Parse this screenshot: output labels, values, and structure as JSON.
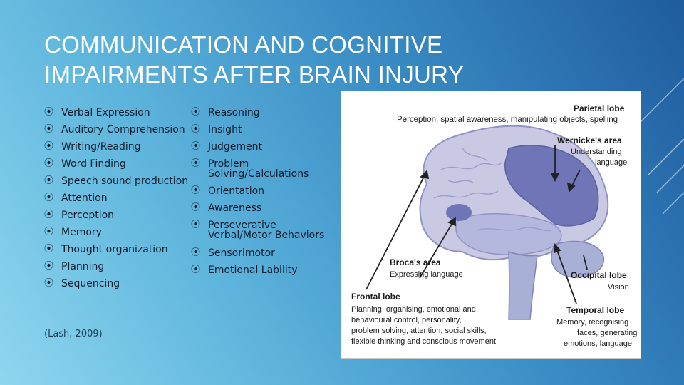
{
  "slide": {
    "title_line1": "COMMUNICATION AND COGNITIVE",
    "title_line2": "IMPAIRMENTS AFTER BRAIN INJURY",
    "bullet_icon": "circled-double-chevron-right-icon",
    "left_items": [
      "Verbal Expression",
      "Auditory Comprehension",
      "Writing/Reading",
      "Word Finding",
      "Speech sound production",
      "Attention",
      "Perception",
      "Memory",
      "Thought organization",
      "Planning",
      "Sequencing"
    ],
    "right_items": [
      {
        "line1": "Reasoning",
        "line2": ""
      },
      {
        "line1": "Insight",
        "line2": ""
      },
      {
        "line1": "Judgement",
        "line2": ""
      },
      {
        "line1": "Problem",
        "line2": "Solving/Calculations"
      },
      {
        "line1": "Orientation",
        "line2": ""
      },
      {
        "line1": "Awareness",
        "line2": ""
      },
      {
        "line1": "Perseverative",
        "line2": "Verbal/Motor Behaviors"
      },
      {
        "line1": "Sensorimotor",
        "line2": ""
      },
      {
        "line1": "Emotional Lability",
        "line2": ""
      }
    ],
    "citation": "(Lash, 2009)"
  },
  "figure": {
    "parietal": {
      "title": "Parietal lobe",
      "desc": "Perception, spatial awareness, manipulating objects, spelling"
    },
    "wernicke": {
      "title": "Wernicke's area",
      "desc1": "Understanding",
      "desc2": "language"
    },
    "broca": {
      "title": "Broca's area",
      "desc": "Expressing language"
    },
    "occipital": {
      "title": "Occipital lobe",
      "desc": "Vision"
    },
    "frontal": {
      "title": "Frontal lobe",
      "desc1": "Planning, organising, emotional and",
      "desc2": "behavioural control, personality,",
      "desc3": "problem solving, attention, social skills,",
      "desc4": "flexible thinking and conscious movement"
    },
    "temporal": {
      "title": "Temporal lobe",
      "desc1": "Memory, recognising",
      "desc2": "faces, generating",
      "desc3": "emotions, language"
    },
    "colors": {
      "brain_light": "#c9c9e3",
      "brain_dark": "#6f75b6",
      "stem": "#a9b0d6",
      "arrow": "#222222"
    }
  }
}
